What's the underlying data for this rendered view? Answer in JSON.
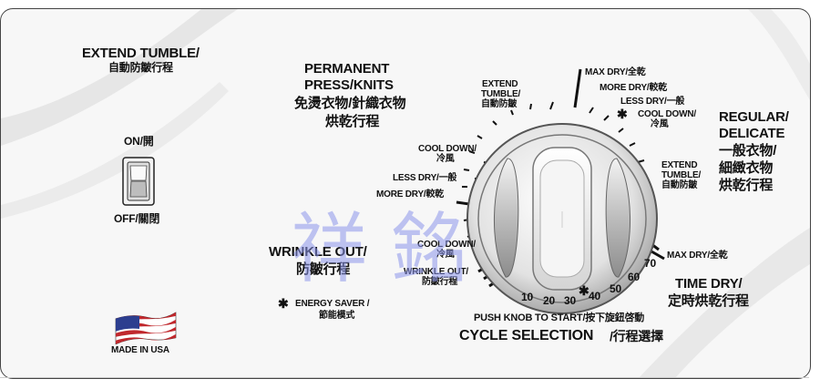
{
  "extend_tumble": {
    "title": "EXTEND TUMBLE/",
    "title_zh": "自動防皺行程",
    "on_label": "ON/開",
    "off_label": "OFF/關閉"
  },
  "permanent": {
    "line1": "PERMANENT",
    "line2": "PRESS/KNITS",
    "zh1": "免燙衣物/針織衣物",
    "zh2": "烘乾行程"
  },
  "regular": {
    "line1": "REGULAR/",
    "line2": "DELICATE",
    "zh1": "一般衣物/",
    "zh2": "細緻衣物",
    "zh3": "烘乾行程"
  },
  "wrinkle": {
    "title": "WRINKLE OUT/",
    "title_zh": "防皺行程"
  },
  "energy": {
    "star": "✱",
    "label": "ENERGY SAVER /",
    "label_zh": "節能模式"
  },
  "made_in": {
    "label": "MADE IN USA"
  },
  "time_dry": {
    "title": "TIME DRY/",
    "title_zh": "定時烘乾行程",
    "max_dry": "MAX DRY/全乾",
    "numbers": [
      "10",
      "20",
      "30",
      "40",
      "50",
      "60",
      "70"
    ],
    "star": "✱"
  },
  "dial_labels": {
    "pp_extend_1": "EXTEND",
    "pp_extend_2": "TUMBLE/",
    "pp_extend_3": "自動防皺",
    "pp_cool_1": "COOL DOWN/",
    "pp_cool_2": "冷風",
    "pp_less": "LESS DRY/一般",
    "pp_more": "MORE DRY/較乾",
    "rd_max": "MAX DRY/全乾",
    "rd_more": "MORE DRY/較乾",
    "rd_less": "LESS DRY/一般",
    "rd_cool_1": "COOL DOWN/",
    "rd_cool_2": "冷風",
    "rd_extend_1": "EXTEND",
    "rd_extend_2": "TUMBLE/",
    "rd_extend_3": "自動防皺",
    "wo_cool_1": "COOL DOWN/",
    "wo_cool_2": "冷風",
    "wo_title_1": "WRINKLE OUT/",
    "wo_title_2": "防皺行程",
    "star": "✱"
  },
  "cycle": {
    "push": "PUSH KNOB TO START/按下旋鈕啓動",
    "title": "CYCLE SELECTION",
    "title_zh": "/行程選擇"
  },
  "watermark": {
    "text": "祥銘"
  }
}
